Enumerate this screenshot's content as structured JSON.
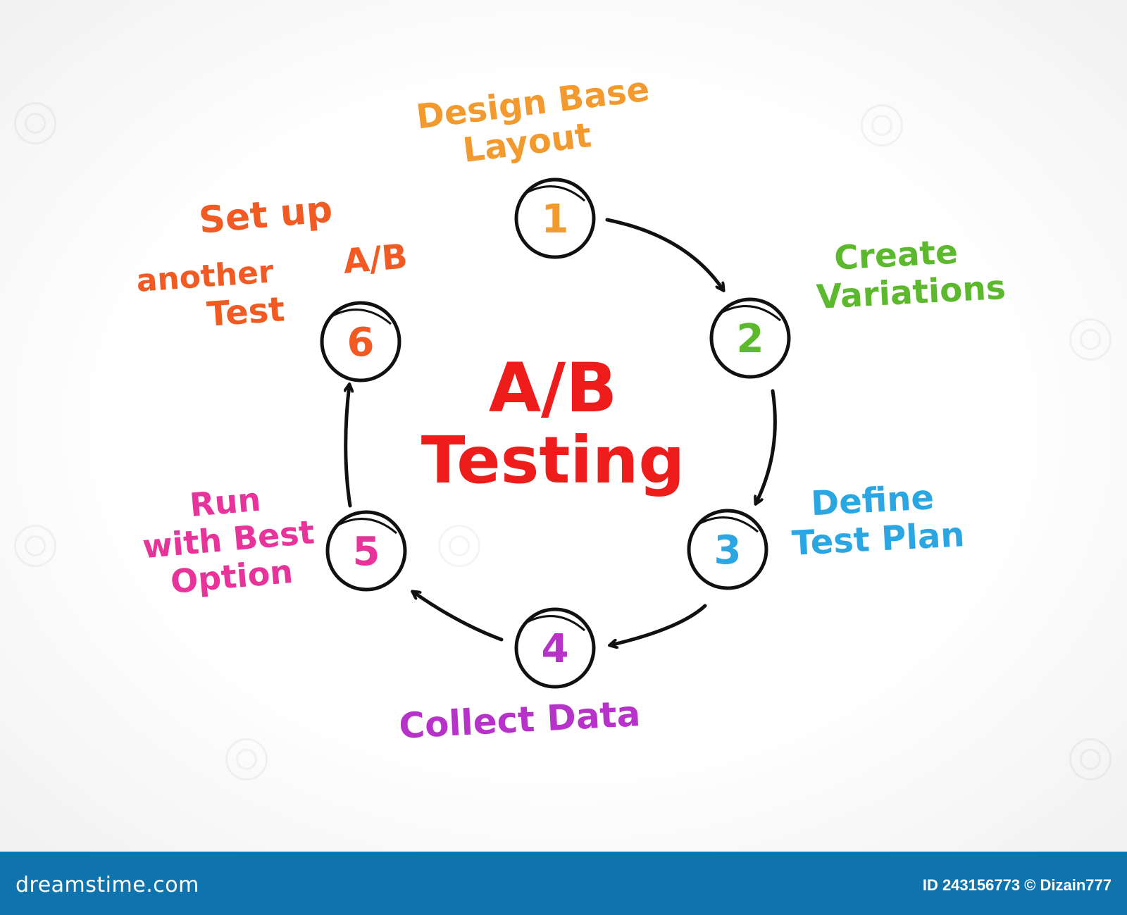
{
  "title": {
    "line1": "A/B",
    "line2": "Testing",
    "color": "#ef1c1c"
  },
  "steps": [
    {
      "number": "1",
      "lines": [
        "Design Base",
        "Layout"
      ],
      "color": "#f29a2e"
    },
    {
      "number": "2",
      "lines": [
        "Create",
        "Variations"
      ],
      "color": "#5cb82c"
    },
    {
      "number": "3",
      "lines": [
        "Define",
        "Test Plan"
      ],
      "color": "#2aa6e3"
    },
    {
      "number": "4",
      "lines": [
        "Collect Data"
      ],
      "color": "#b632c9"
    },
    {
      "number": "5",
      "lines": [
        "Run",
        "with Best",
        "Option"
      ],
      "color": "#e8339a"
    },
    {
      "number": "6",
      "lines": [
        "Set up",
        "A/B",
        "another",
        "Test"
      ],
      "color": "#f15a22"
    }
  ],
  "footer": {
    "brand": "dreamstime.com",
    "image_id": "ID 243156773 © Dizain777",
    "background": "#0f74ad"
  },
  "arrow_color": "#111111"
}
